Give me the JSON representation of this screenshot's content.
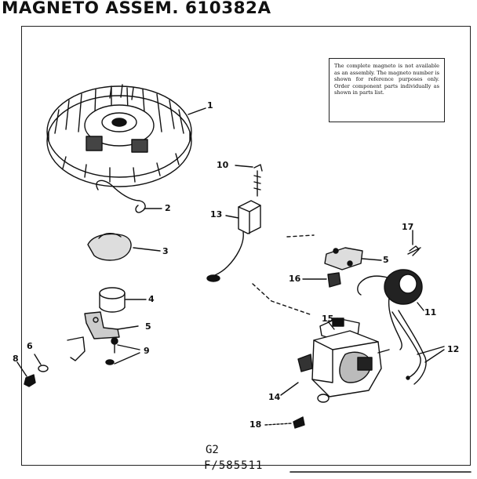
{
  "title": "MAGNETO ASSEM. 610382A",
  "note": "The complete magneto is not available as an assembly. The magneto number is shown for reference purposes only. Order component parts individually as shown in parts list.",
  "labels": {
    "l1": "1",
    "l2": "2",
    "l3": "3",
    "l4": "4",
    "l5a": "5",
    "l5b": "5",
    "l6": "6",
    "l8": "8",
    "l9": "9",
    "l10": "10",
    "l11": "11",
    "l12": "12",
    "l13": "13",
    "l14": "14",
    "l15": "15",
    "l16": "16",
    "l17": "17",
    "l18": "18"
  },
  "footer": {
    "code1": "G2",
    "code2": "F/585511"
  }
}
